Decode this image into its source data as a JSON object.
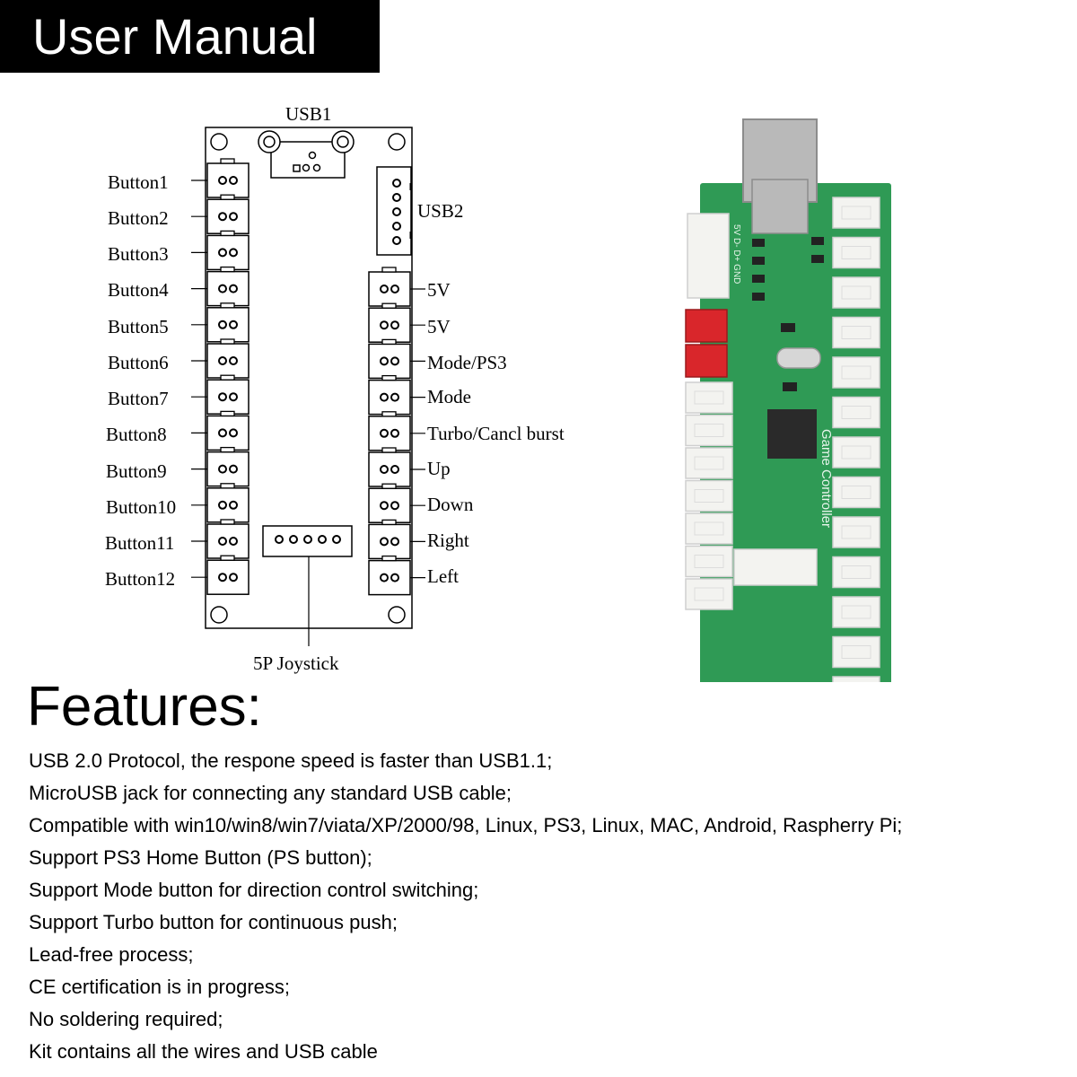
{
  "banner": {
    "title": "User Manual"
  },
  "diagram": {
    "usb1_label": "USB1",
    "usb2_label": "USB2",
    "joystick_label": "5P Joystick",
    "left_labels": [
      "Button1",
      "Button2",
      "Button3",
      "Button4",
      "Button5",
      "Button6",
      "Button7",
      "Button8",
      "Button9",
      "Button10",
      "Button11",
      "Button12"
    ],
    "right_labels": [
      "5V",
      "5V",
      "Mode/PS3",
      "Mode",
      "Turbo/Cancl burst",
      "Up",
      "Down",
      "Right",
      "Left"
    ],
    "photo_board_text": "Game Controller",
    "photo_silkscreen": "5V D- D+ GND",
    "colors": {
      "pcb": "#2f9a55",
      "connector_white": "#f3f3f0",
      "connector_red": "#d9262b",
      "usb_metal": "#b9b9b9",
      "chip": "#2a2a2a"
    }
  },
  "features": {
    "title": "Features:",
    "items": [
      "USB 2.0 Protocol, the respone speed is faster than USB1.1;",
      "MicroUSB jack for connecting any standard USB cable;",
      "Compatible with win10/win8/win7/viata/XP/2000/98, Linux, PS3, Linux, MAC, Android, Raspherry Pi;",
      "Support PS3 Home Button (PS button);",
      "Support Mode button for direction control switching;",
      "Support Turbo button for continuous push;",
      "Lead-free process;",
      "CE certification is in progress;",
      "No soldering required;",
      "Kit contains all the wires and USB cable"
    ]
  }
}
